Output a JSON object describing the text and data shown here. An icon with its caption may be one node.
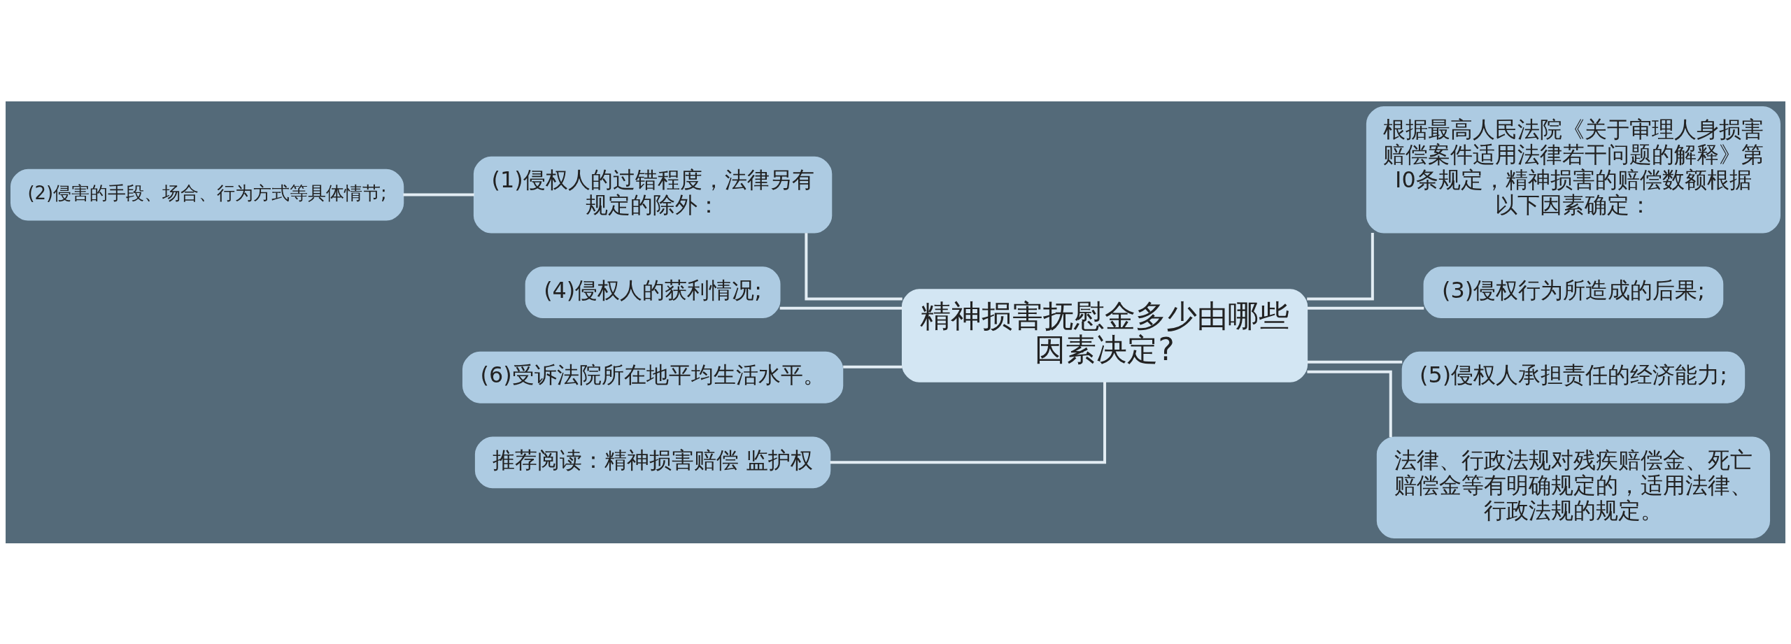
{
  "diagram": {
    "nodes": [
      {
        "text": [
          "精神损害抚慰金多少由哪些因素决定?"
        ]
      },
      {
        "text": [
          "(1)侵权人的过错程度，法律另有规定的除外："
        ]
      },
      {
        "text": [
          "(2)侵害的手段、场合、行为方式等具体情节;"
        ]
      },
      {
        "text": [
          "(4)侵权人的获利情况;"
        ]
      },
      {
        "text": [
          "(6)受诉法院所在地平均生活水平。"
        ]
      },
      {
        "text": [
          "推荐阅读：精神损害赔偿 监护权"
        ]
      },
      {
        "text": [
          "根据最高人民法院《关于审理人身损害赔偿案件适用法律若干问题的解释》第I0条规定，精神损害的赔偿数额根据以下因素确定："
        ]
      },
      {
        "text": [
          "(3)侵权行为所造成的后果;"
        ]
      },
      {
        "text": [
          "(5)侵权人承担责任的经济能力;"
        ]
      },
      {
        "text": [
          "法律、行政法规对残疾赔偿金、死亡赔偿金等有明确规定的，适用法律、行政法规的规定。"
        ]
      }
    ],
    "edges": [
      {
        "from": 0,
        "to": 1,
        "arrow": "none"
      },
      {
        "from": 1,
        "to": 2,
        "arrow": "none"
      },
      {
        "from": 0,
        "to": 3,
        "arrow": "none"
      },
      {
        "from": 0,
        "to": 4,
        "arrow": "none"
      },
      {
        "from": 0,
        "to": 5,
        "arrow": "none"
      },
      {
        "from": 0,
        "to": 6,
        "arrow": "none"
      },
      {
        "from": 0,
        "to": 7,
        "arrow": "none"
      },
      {
        "from": 0,
        "to": 8,
        "arrow": "none"
      },
      {
        "from": 0,
        "to": 9,
        "arrow": "none"
      }
    ]
  }
}
